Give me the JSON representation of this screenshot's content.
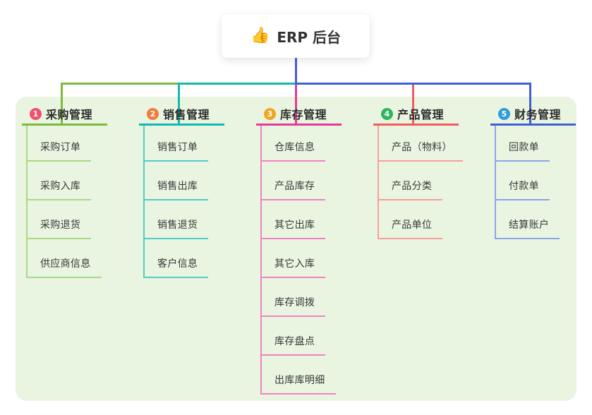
{
  "canvas": {
    "background": "#ffffff",
    "panel_background": "#e9f5e1"
  },
  "root": {
    "icon": "thumbs-up-emoji",
    "icon_glyph": "👍",
    "label": "ERP 后台",
    "line_color": "#4b5ad0"
  },
  "branches": [
    {
      "badge": "1",
      "label": "采购管理",
      "badge_color": "#f2506e",
      "line_color": "#7cba3d",
      "child_line_color": "#aad786",
      "children": [
        "采购订单",
        "采购入库",
        "采购退货",
        "供应商信息"
      ]
    },
    {
      "badge": "2",
      "label": "销售管理",
      "badge_color": "#f17c3d",
      "line_color": "#14b8ae",
      "child_line_color": "#52cdc5",
      "children": [
        "销售订单",
        "销售出库",
        "销售退货",
        "客户信息"
      ]
    },
    {
      "badge": "3",
      "label": "库存管理",
      "badge_color": "#f2a51f",
      "line_color": "#e03d9a",
      "child_line_color": "#ef83c0",
      "children": [
        "仓库信息",
        "产品库存",
        "其它出库",
        "其它入库",
        "库存调拨",
        "库存盘点",
        "出库库明细"
      ]
    },
    {
      "badge": "4",
      "label": "产品管理",
      "badge_color": "#2fb55c",
      "line_color": "#f15c5c",
      "child_line_color": "#f79e9e",
      "children": [
        "产品（物料）",
        "产品分类",
        "产品单位"
      ]
    },
    {
      "badge": "5",
      "label": "财务管理",
      "badge_color": "#2f9ed7",
      "line_color": "#3f60d4",
      "child_line_color": "#8ca5e9",
      "children": [
        "回款单",
        "付款单",
        "结算账户"
      ]
    }
  ]
}
